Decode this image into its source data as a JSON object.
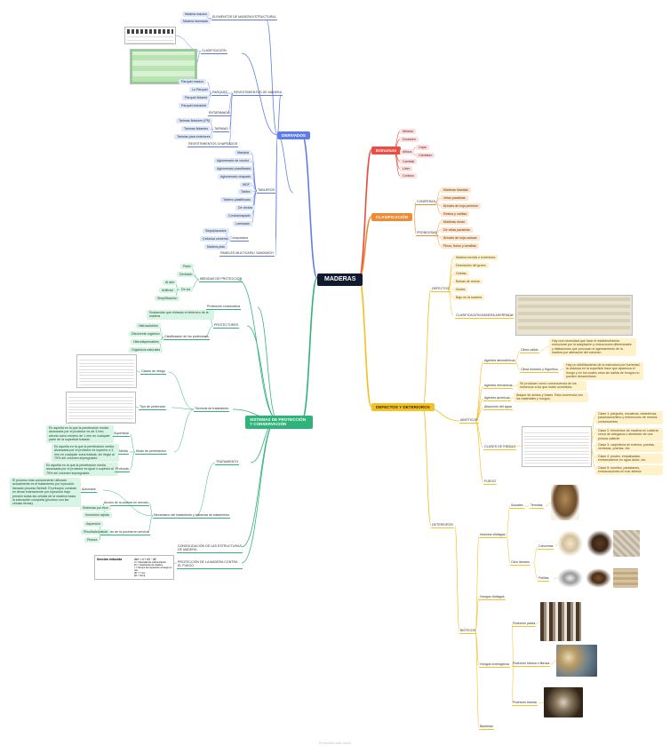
{
  "root": {
    "label": "MADERAS"
  },
  "derivados": {
    "label": "DERIVADOS",
    "estructural": {
      "label": "ELEMENTOS DE MADERA ESTRUCTURAL",
      "items": [
        "Madera maciza",
        "Madera laminada"
      ]
    },
    "clasificacion": {
      "label": "CLASIFICACIÓN"
    },
    "revestimiento": {
      "label": "REVESTIMIENTOS DE MADERA"
    },
    "parquet": {
      "label": "PARQUET",
      "items": [
        "Parquet macizo",
        "Lo Parquet",
        "Parquet flotante",
        "Parquet industrial"
      ]
    },
    "entarimado": {
      "label": "ENTARIMADO"
    },
    "tarimas": {
      "label": "TARIMAS",
      "items": [
        "Tarimas flotantes (PS)",
        "Tarimas flotantes",
        "Tarimas para exteriores"
      ]
    },
    "chapeados": {
      "label": "REVESTIMIENTOS CHAPEADOS"
    },
    "tableros": {
      "label": "TABLEROS",
      "items": [
        "Macizos",
        "Aglomerado de corcho",
        "Aglomerado plastificado",
        "Aglomerado chapado",
        "MDF",
        "Tablex",
        "Tablero plastificado",
        "De virutas",
        "Contrachapado",
        "Laminado"
      ]
    },
    "compuestos": {
      "label": "Compuestos",
      "items": [
        "Sequiplacados",
        "Celulosa cemento",
        "Madera-plas"
      ]
    },
    "paneles": {
      "label": "PANELES MULTICAPA / SANDWICH"
    }
  },
  "estructura": {
    "label": "Estructura",
    "items": [
      "Médula",
      "Duramen",
      "Albura",
      "Capa",
      "Cámbium",
      "Cambial",
      "Líber",
      "Corteza"
    ]
  },
  "clasif": {
    "label": "CLASIFICACIÓN",
    "coniferas": {
      "label": "CONÍFERAS",
      "items": [
        "Maderas blandas",
        "Vetas paralelas",
        "Árboles de hoja perenne",
        "Resina y varillas"
      ]
    },
    "frondosas": {
      "label": "FRONDOSAS",
      "items": [
        "Maderas duras",
        "De vetas paralelas",
        "Árboles de hoja caduca",
        "Pinos, frutos y semillas"
      ]
    }
  },
  "proteccion": {
    "label": "SISTEMAS DE PROTECCIÓN Y CONSERVACIÓN",
    "medidas": {
      "label": "MEDIDAS DE PROTECCIÓN",
      "items": [
        "Pasiv",
        "Derivado",
        "Al aire",
        "Artificial",
        "Simplificación",
        "De sol"
      ]
    },
    "constructivas": {
      "label": "Protección constructiva"
    },
    "protectores": {
      "label": "PROTECTORES",
      "desc": "Sustancias que retrasan el deterioro de la madera",
      "clasif": "Clasificación de los protectores",
      "items": [
        "Hidrosolubles",
        "Disolvente orgánico",
        "Hidrodispersables",
        "Orgánicos naturales"
      ]
    },
    "tecnicas": {
      "label": "Técnicas de tratamiento",
      "riesgo": "Clases de riesgo",
      "tipo": "Tipo de protección",
      "superficial": "Superficial",
      "media": "Media",
      "profunda": "Profunda",
      "modo": "Modo de penetración"
    },
    "riesgo_desc": {
      "superficial": "Es aquella en la que la penetración media alcanzada por el protector es de 3 mm, siendo como mínimo de 1 mm en cualquier parte de la superficie tratada.",
      "media": "Es aquella en la que la penetración media alcanzada por el protector es superior a 3 mm en cualquier zona tratada, sin llegar al 75% del volumen impregnable.",
      "profunda": "Es aquella en la que la penetración media alcanzada por el protector es igual o superior al 75% del volumen impregnable."
    },
    "tratamiento": {
      "label": "TRATAMIENTO"
    },
    "autoclave_desc": "El proceso más comúnmente utilizado actualmente es el tratamiento por inyección llamado proceso Bethell. El principio consiste en llenar enteramente por inyección bajo presión todas las células de la madera hasta la saturación completa (proceso con las células llenas).",
    "autoclave": "Autoclave",
    "pocima": {
      "label": "Acción de la pócima en servicio",
      "items": [
        "Sistemas por frizo",
        "Inmersión rápida"
      ]
    },
    "pincelado": {
      "label": "Después de la pócima en servicio",
      "items": [
        "Aspersión",
        "Pincelado/pistola",
        "Pintura"
      ]
    },
    "mecanismo": {
      "label": "Mecanismo del tratamiento y sistemas de tratamiento"
    },
    "conservacion": {
      "label": "CONSOLIDACIÓN DE LAS ESTRUCTURAS DE MADERA"
    },
    "fuego": {
      "label": "PROTECCIÓN DE LA MADERA CONTRA EL FUEGO"
    },
    "formula": {
      "title": "Sección reducida",
      "eq": "def = d + k0 · d0",
      "lines": [
        "d = Velocidad de carbonización",
        "k0 = Coeficiente de madera",
        "t = Tiempo de exposición al fuego en min",
        "d0 = 7 mm",
        "β0 = Toma"
      ]
    }
  },
  "defectos": {
    "label": "DEFECTOS Y DETERIOROS",
    "defectos": {
      "label": "DEFECTOS",
      "items": [
        "Madera torcida o excéntrica",
        "Desviación del grano",
        "Grietas",
        "Bolsas de resina",
        "Nudos",
        "Bajo en la madera"
      ],
      "clasif": "CLASIFICACIÓN MADERA ASERRADA"
    },
    "abioticos": {
      "label": "ABIÓTICOS"
    },
    "atmosfericos": {
      "label": "Agentes atmosféricos",
      "clima": "Clima cálido",
      "clima_desc": "Hay una necesidad que hace el establecimiento estructural por la adaptación y reducciones diferenciales y dilataciones que provocan el agrietamiento de la madera por alteración del volumen.",
      "hidro": "Clima húmedo y frigorífico",
      "hidro_desc": "Hay un debilitamiento de la estructura por humedad, la celulosa en la superficie hace que aparezca el hongo y en los cuales otros sin salida de hongos no pueden desarrollarse."
    },
    "mecanicos": {
      "label": "Agentes mecánicos",
      "desc": "Se producen como consecuencia de los esfuerzos a los que están sometidos."
    },
    "quimicos": {
      "label": "Agentes químicos",
      "desc": "Ataque de ácidos y bases. Esta ocurrencia con los materiales y hongos."
    },
    "agua": {
      "label": "Absorción del agua"
    },
    "clases_riesgo": {
      "label": "CLASES DE RIESGO"
    },
    "clases_desc": [
      "Clase 1: parquets, escaleras, estanterías, pasamanos/fimo y entrecruces de medios consecuentes",
      "Clase 2: elementos de madera en cubierta cerca de adegasos o alrededor de una pintura caliente",
      "Clase 3: carpintería de exterior, puertas, ventanas, puertas, etc.",
      "Clase 4: postes, empalizadas, embarcaderos en agua dulce, etc.",
      "Clase 5: muelles, pantalanes, embarcaciones en mar abierta"
    ],
    "fuego": {
      "label": "FUEGO"
    },
    "deterioros": {
      "label": "DETERIOROS"
    },
    "bioticos": {
      "label": "BIÓTICOS"
    },
    "xilofagos": {
      "label": "Insectos xilófagos",
      "sociales": "Sociales",
      "termitas": "Termitas",
      "ciclo": "Ciclo larvario",
      "carcomas": "Carcomas",
      "polillas": "Polillas"
    },
    "hongos": {
      "label": "Hongos xilófagos"
    },
    "cromogenos": {
      "label": "Hongos cromógenos",
      "items": [
        "Pudrición parda",
        "Pudrición blanca o fibrosa",
        "Pudrición blanda"
      ]
    },
    "bacterias": {
      "label": "Bacterias"
    }
  },
  "footer": {
    "text": "Presented with xmind"
  },
  "colors": {
    "blue": "#5e7ee6",
    "red": "#ea4d44",
    "orange": "#ef8c33",
    "yellow": "#f2c027",
    "green": "#2fb37b",
    "root": "#111a2e"
  }
}
